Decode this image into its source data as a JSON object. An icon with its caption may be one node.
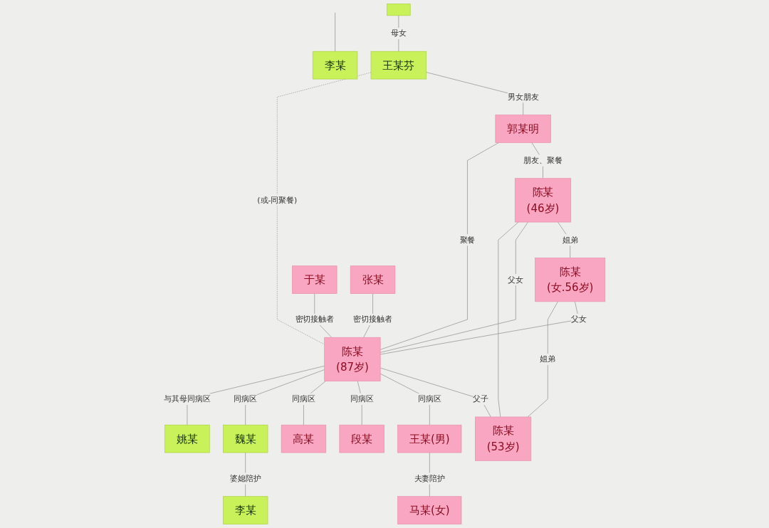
{
  "diagram": {
    "nodes": [
      {
        "text": [],
        "shape": "box"
      },
      {
        "text": [
          "李某"
        ]
      },
      {
        "text": [
          "陈某",
          "(46岁)"
        ]
      },
      {
        "text": [
          "王某芬"
        ]
      },
      {
        "text": [
          "郭某明"
        ]
      },
      {
        "text": [
          "陈某",
          "(女.56岁)"
        ]
      },
      {
        "text": [
          "于某"
        ]
      },
      {
        "text": [
          "陈某",
          "(87岁)"
        ]
      },
      {
        "text": [
          "陈某",
          "(53岁)"
        ]
      },
      {
        "text": [
          "张某"
        ]
      },
      {
        "text": [
          "段某"
        ]
      },
      {
        "text": [
          "魏某"
        ]
      },
      {
        "text": [
          "王某(男)"
        ]
      },
      {
        "text": [
          "姚某"
        ]
      },
      {
        "text": [
          "马某(女)"
        ]
      },
      {
        "text": [
          "李某"
        ]
      },
      {
        "text": [
          "高某"
        ]
      }
    ],
    "edges": [
      {
        "from": null,
        "to": 1,
        "arrow": "none"
      },
      {
        "from": 0,
        "to": 3,
        "arrow": "none",
        "label": "母女"
      },
      {
        "from": 3,
        "to": 4,
        "arrow": "none",
        "label": "男女朋友"
      },
      {
        "from": 3,
        "to": 7,
        "arrow": "none",
        "label": "(或-同聚餐)",
        "style": "dashed"
      },
      {
        "from": 4,
        "to": 2,
        "arrow": "none",
        "label": "朋友、聚餐"
      },
      {
        "from": 4,
        "to": 7,
        "arrow": "none",
        "label": "聚餐"
      },
      {
        "from": 2,
        "to": 5,
        "arrow": "none",
        "label": "姐弟"
      },
      {
        "from": 2,
        "to": 7,
        "arrow": "none",
        "label": "父女"
      },
      {
        "from": 2,
        "to": 8,
        "arrow": "none"
      },
      {
        "from": 5,
        "to": 7,
        "arrow": "none",
        "label": "父女"
      },
      {
        "from": 5,
        "to": 8,
        "arrow": "none",
        "label": "姐弟"
      },
      {
        "from": 7,
        "to": 8,
        "arrow": "none",
        "label": "父子"
      },
      {
        "from": 6,
        "to": 7,
        "arrow": "none",
        "label": "密切接触者"
      },
      {
        "from": 9,
        "to": 7,
        "arrow": "none",
        "label": "密切接触者"
      },
      {
        "from": 7,
        "to": 12,
        "arrow": "none",
        "label": "同病区"
      },
      {
        "from": 7,
        "to": 10,
        "arrow": "none",
        "label": "同病区"
      },
      {
        "from": 7,
        "to": 16,
        "arrow": "none",
        "label": "同病区"
      },
      {
        "from": 7,
        "to": 11,
        "arrow": "none",
        "label": "同病区"
      },
      {
        "from": 7,
        "to": 13,
        "arrow": "none",
        "label": "与其母同病区"
      },
      {
        "from": 12,
        "to": 14,
        "arrow": "none",
        "label": "夫妻陪护"
      },
      {
        "from": 11,
        "to": 15,
        "arrow": "none",
        "label": "婆媳陪护"
      }
    ]
  }
}
